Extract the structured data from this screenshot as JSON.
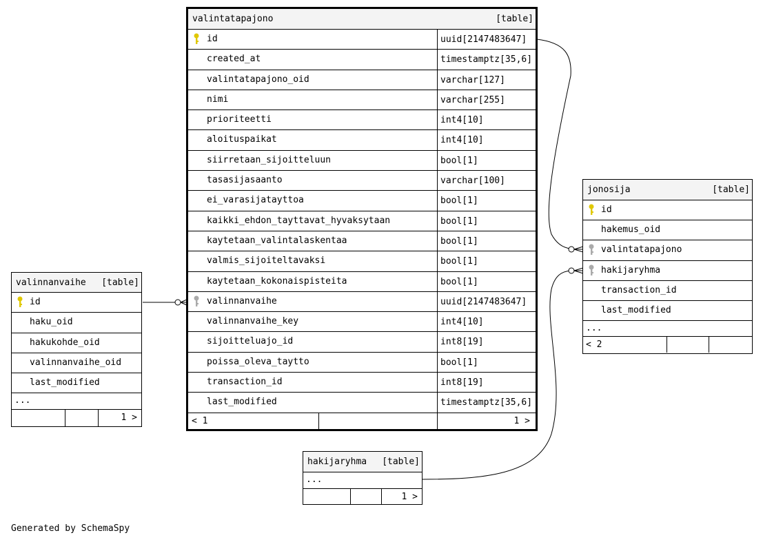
{
  "main_table": {
    "name": "valintatapajono",
    "tag": "[table]",
    "columns": [
      {
        "name": "id",
        "type": "uuid[2147483647]",
        "key": "primary"
      },
      {
        "name": "created_at",
        "type": "timestamptz[35,6]",
        "key": ""
      },
      {
        "name": "valintatapajono_oid",
        "type": "varchar[127]",
        "key": ""
      },
      {
        "name": "nimi",
        "type": "varchar[255]",
        "key": ""
      },
      {
        "name": "prioriteetti",
        "type": "int4[10]",
        "key": ""
      },
      {
        "name": "aloituspaikat",
        "type": "int4[10]",
        "key": ""
      },
      {
        "name": "siirretaan_sijoitteluun",
        "type": "bool[1]",
        "key": ""
      },
      {
        "name": "tasasijasaanto",
        "type": "varchar[100]",
        "key": ""
      },
      {
        "name": "ei_varasijatayttoa",
        "type": "bool[1]",
        "key": ""
      },
      {
        "name": "kaikki_ehdon_tayttavat_hyvaksytaan",
        "type": "bool[1]",
        "key": ""
      },
      {
        "name": "kaytetaan_valintalaskentaa",
        "type": "bool[1]",
        "key": ""
      },
      {
        "name": "valmis_sijoiteltavaksi",
        "type": "bool[1]",
        "key": ""
      },
      {
        "name": "kaytetaan_kokonaispisteita",
        "type": "bool[1]",
        "key": ""
      },
      {
        "name": "valinnanvaihe",
        "type": "uuid[2147483647]",
        "key": "foreign"
      },
      {
        "name": "valinnanvaihe_key",
        "type": "int4[10]",
        "key": ""
      },
      {
        "name": "sijoitteluajo_id",
        "type": "int8[19]",
        "key": ""
      },
      {
        "name": "poissa_oleva_taytto",
        "type": "bool[1]",
        "key": ""
      },
      {
        "name": "transaction_id",
        "type": "int8[19]",
        "key": ""
      },
      {
        "name": "last_modified",
        "type": "timestamptz[35,6]",
        "key": ""
      }
    ],
    "footer_left": "< 1",
    "footer_right": "1 >"
  },
  "valinnanvaihe_table": {
    "name": "valinnanvaihe",
    "tag": "[table]",
    "columns": [
      {
        "name": "id",
        "key": "primary"
      },
      {
        "name": "haku_oid",
        "key": ""
      },
      {
        "name": "hakukohde_oid",
        "key": ""
      },
      {
        "name": "valinnanvaihe_oid",
        "key": ""
      },
      {
        "name": "last_modified",
        "key": ""
      }
    ],
    "ellipsis": "...",
    "footer_right": "1 >"
  },
  "jonosija_table": {
    "name": "jonosija",
    "tag": "[table]",
    "columns": [
      {
        "name": "id",
        "key": "primary"
      },
      {
        "name": "hakemus_oid",
        "key": ""
      },
      {
        "name": "valintatapajono",
        "key": "foreign"
      },
      {
        "name": "hakijaryhma",
        "key": "foreign"
      },
      {
        "name": "transaction_id",
        "key": ""
      },
      {
        "name": "last_modified",
        "key": ""
      }
    ],
    "ellipsis": "...",
    "footer_left": "< 2"
  },
  "hakijaryhma_table": {
    "name": "hakijaryhma",
    "tag": "[table]",
    "ellipsis": "...",
    "footer_right": "1 >"
  },
  "credit": "Generated by SchemaSpy",
  "colors": {
    "primary_key": "#e0c800",
    "foreign_key": "#aaaaaa",
    "header_bg": "#f4f4f4"
  }
}
